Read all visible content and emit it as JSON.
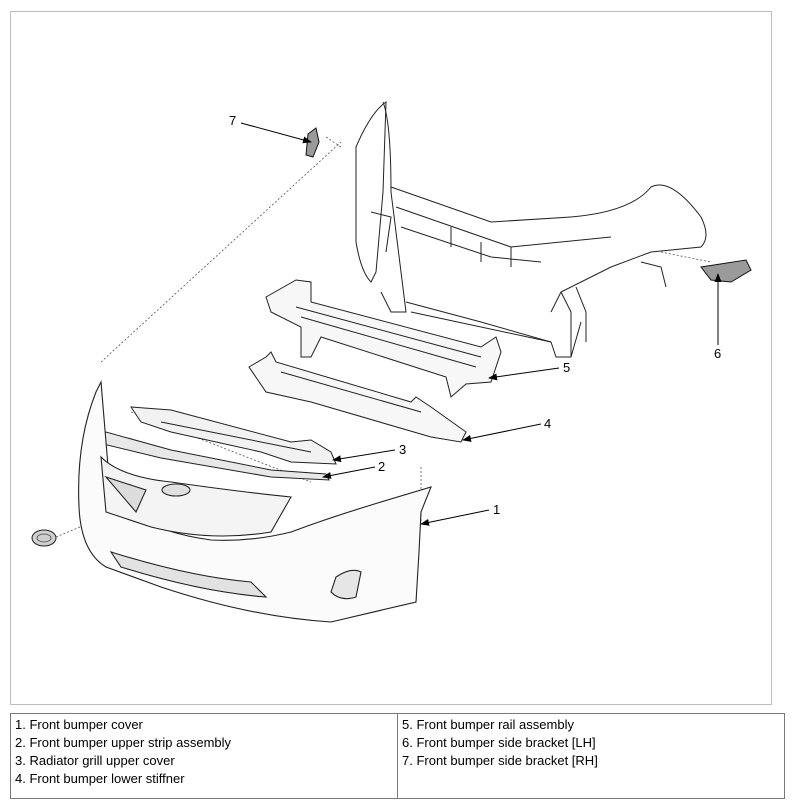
{
  "callouts": {
    "c1": "1",
    "c2": "2",
    "c3": "3",
    "c4": "4",
    "c5": "5",
    "c6": "6",
    "c7": "7"
  },
  "legend": {
    "left": [
      "1. Front bumper cover",
      "2. Front bumper upper strip assembly",
      "3. Radiator grill upper cover",
      "4. Front bumper lower stiffner"
    ],
    "right": [
      "5. Front bumper rail assembly",
      "6. Front bumper side bracket [LH]",
      "7. Front bumper side bracket [RH]"
    ]
  }
}
